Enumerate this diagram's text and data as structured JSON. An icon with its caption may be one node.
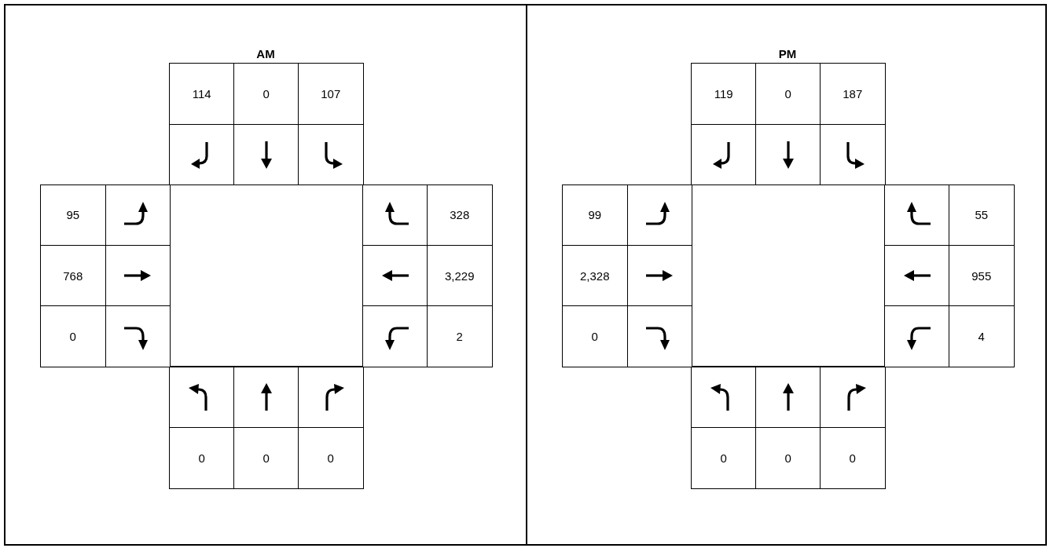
{
  "diagram": {
    "labels": [
      "AM",
      "114",
      "0",
      "107",
      "95",
      "328",
      "768",
      "3,229",
      "0",
      "2",
      "0",
      "0",
      "0",
      "PM",
      "119",
      "0",
      "187",
      "99",
      "55",
      "2,328",
      "955",
      "0",
      "4",
      "0",
      "0",
      "0"
    ]
  }
}
